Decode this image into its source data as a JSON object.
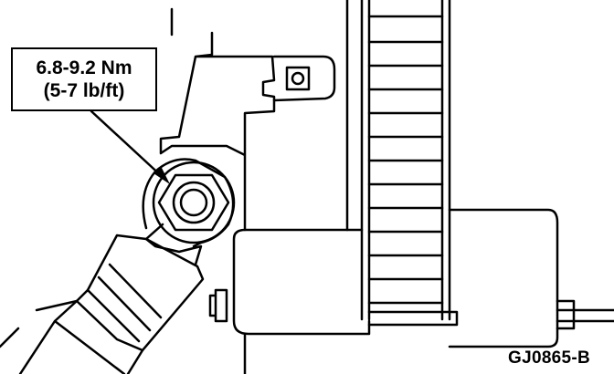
{
  "callout": {
    "torque_nm": "6.8-9.2 Nm",
    "torque_lbft": "(5-7 lb/ft)"
  },
  "figure_id": "GJ0865-B"
}
